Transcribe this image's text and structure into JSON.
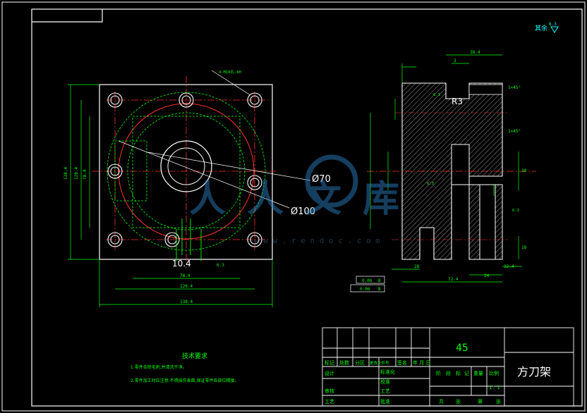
{
  "drawing": {
    "roughness_note": "其余",
    "roughness_value": "6.3",
    "front_view": {
      "labels": {
        "dim_width_outer": "138.4",
        "dim_width_mid": "120.4",
        "dim_width_inner": "78.4",
        "dim_h_left_outer": "138.4",
        "dim_h_left_mid": "120.4",
        "dim_h_left_inner": "78.4",
        "hole_note": "4-M10孔-6H",
        "dim_d70": "Ø70",
        "dim_d100": "Ø100",
        "dim_104": "10.4",
        "roughness_bottom": "6.3"
      }
    },
    "side_view": {
      "labels": {
        "r3": "R3",
        "top_dim": "38.4",
        "top_small": "3",
        "chamfer_1": "1×45°",
        "chamfer_2": "1×45°",
        "dim_28": "28",
        "dim_72": "72.4",
        "dim_24": "24",
        "dim_12": "12.4",
        "dim_18": "18",
        "dim_38": "38",
        "tol_1": "0.06",
        "tol_2": "0.06",
        "tol_ref_1": "B",
        "tol_ref_2": "B",
        "roughness_a": "6.3",
        "roughness_b": "6.3",
        "roughness_c": "6.3"
      }
    },
    "tech_req": {
      "title": "技术要求",
      "line1": "1.零件去除毛刺,并清洗干净。",
      "line2": "2.零件加工时应注意,不得损伤表面,保证零件各部位精度。"
    }
  },
  "watermark": {
    "brand": "人人文库",
    "url": "w w w . r e n d o c . c o m"
  },
  "title_block": {
    "material": "45",
    "part_name": "方刀架",
    "scale": "1：1",
    "row1": [
      "标记",
      "处数",
      "分区",
      "更改文件号",
      "签名",
      "年 月 日"
    ],
    "design": "设计",
    "standard": "标准化",
    "check": "审核",
    "process": "工艺",
    "approve": "批准",
    "review": "校准",
    "stage_labels": [
      "阶",
      "段",
      "标",
      "记"
    ],
    "weight": "重量",
    "ratio": "比例",
    "total": "共",
    "sheet": "张",
    "page": "第",
    "page_unit": "张"
  }
}
